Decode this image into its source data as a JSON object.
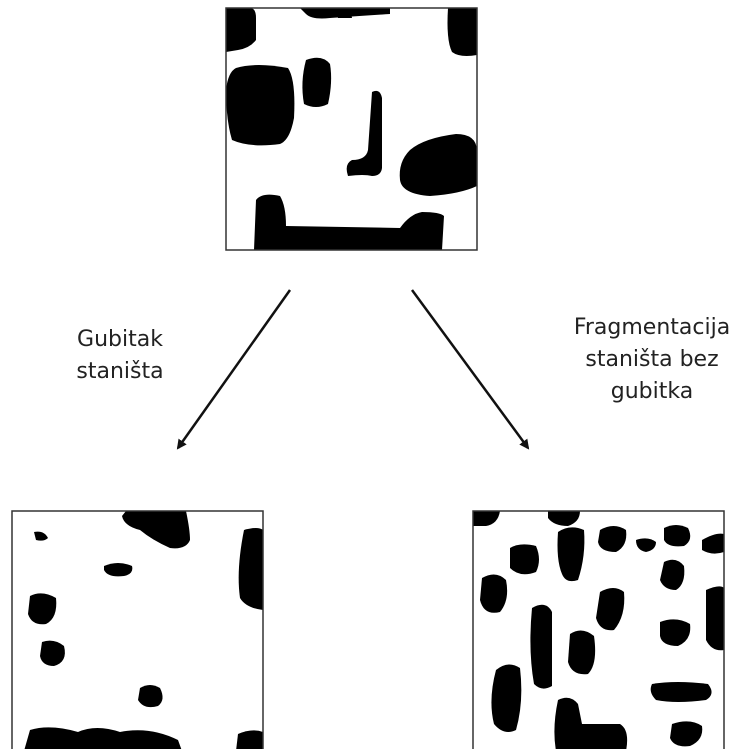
{
  "diagram": {
    "labels": {
      "loss": [
        "Gubitak",
        "staništa"
      ],
      "fragmentation": [
        "Fragmentacija",
        "staništa bez",
        "gubitka"
      ]
    },
    "colors": {
      "habitat": "#000000",
      "background": "#ffffff",
      "frame": "#333333",
      "arrow": "#111111"
    }
  }
}
